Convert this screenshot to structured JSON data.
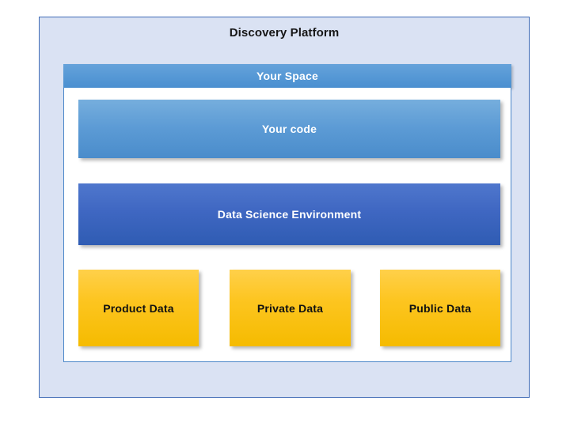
{
  "platform": {
    "title": "Discovery Platform",
    "border_color": "#3f6ab5",
    "fill_color": "#dae2f3"
  },
  "space": {
    "header_label": "Your Space",
    "header_color": "#589ad6",
    "body_color": "#ffffff",
    "body_border_color": "#4a86c8"
  },
  "layers": {
    "your_code": {
      "label": "Your code",
      "color": "#5c9bd5",
      "text_color": "#ffffff"
    },
    "data_science_environment": {
      "label": "Data Science Environment",
      "color": "#3f67c2",
      "text_color": "#ffffff"
    }
  },
  "data_sources": [
    {
      "label": "Product Data",
      "color": "#fdc520",
      "text_color": "#111111"
    },
    {
      "label": "Private Data",
      "color": "#fdc520",
      "text_color": "#111111"
    },
    {
      "label": "Public Data",
      "color": "#fdc520",
      "text_color": "#111111"
    }
  ]
}
